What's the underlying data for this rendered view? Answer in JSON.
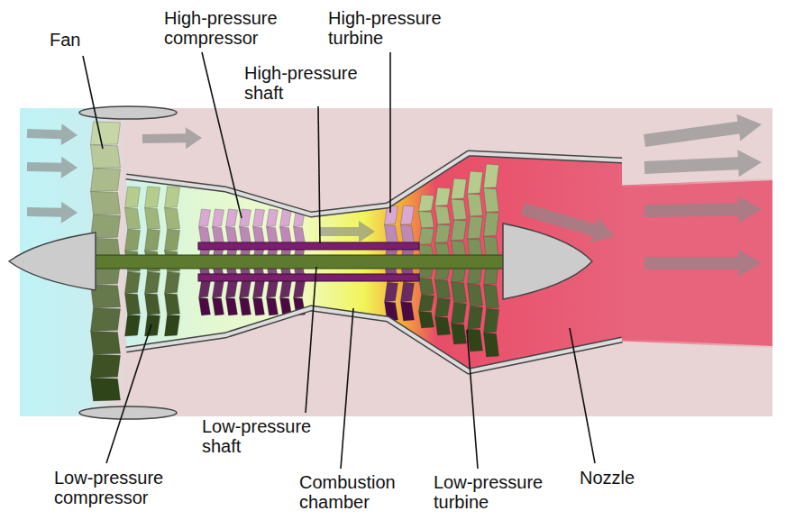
{
  "diagram": {
    "labels": [
      "Fan",
      "High-pressure compressor",
      "High-pressure turbine",
      "High-pressure shaft",
      "Low-pressure compressor",
      "Low-pressure shaft",
      "Combustion chamber",
      "Low-pressure turbine",
      "Nozzle"
    ]
  }
}
